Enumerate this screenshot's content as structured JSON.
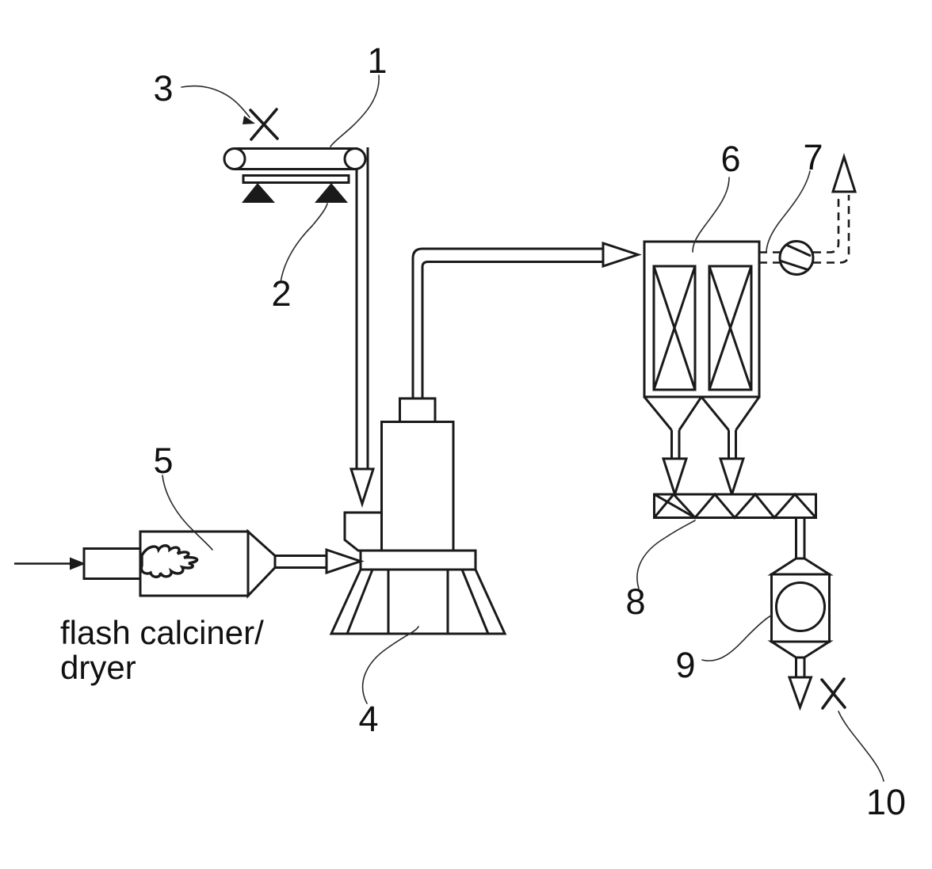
{
  "colors": {
    "background": "#ffffff",
    "line": "#1a1a1a",
    "leader": "#2a2a2a",
    "text": "#111111"
  },
  "labels": {
    "n1": "1",
    "n2": "2",
    "n3": "3",
    "n4": "4",
    "n5": "5",
    "n6": "6",
    "n7": "7",
    "n8": "8",
    "n9": "9",
    "n10": "10"
  },
  "caption": {
    "line1": "flash calciner/",
    "line2": "dryer"
  }
}
